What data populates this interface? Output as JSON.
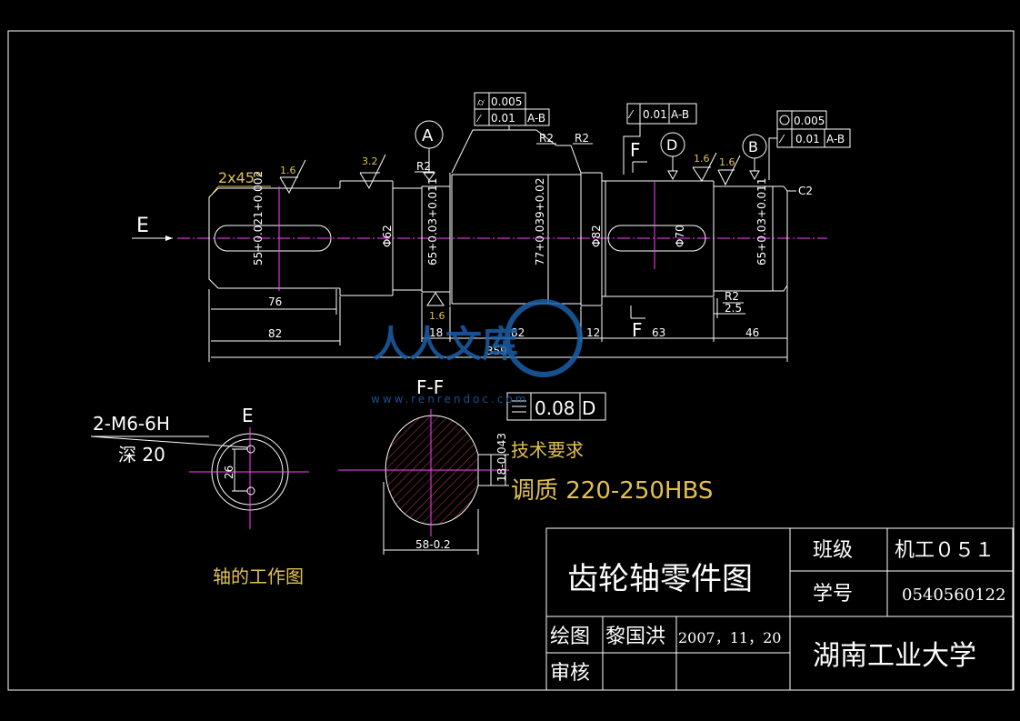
{
  "colors": {
    "background": "#000000",
    "line": "#ffffff",
    "center_line": "#ff40ff",
    "annotation": "#e0c050",
    "watermark": "#1a5fa8"
  },
  "watermark": {
    "logo_text": "人人文库",
    "url": "www.renrendoc.com"
  },
  "shaft": {
    "view_arrow": "E",
    "chamfer_left": "2x45°",
    "chamfer_right": "C2",
    "fillets": [
      "R2",
      "R2",
      "R2",
      "R2"
    ],
    "diameters": {
      "d1": "55+0.021+0.002",
      "d2": "Φ62",
      "d3": "65+0.03+0.011",
      "d4": "77+0.039+0.02",
      "d5": "Φ82",
      "d6": "Φ70",
      "d7": "65+0.03+0.011"
    },
    "lengths": {
      "keyway": "76",
      "seg1": "82",
      "seg3": "18",
      "seg4": "82",
      "seg5": "12",
      "seg6": "63",
      "seg7": "46",
      "total": "359",
      "undercut": "2.5"
    },
    "roughness": [
      "1.6",
      "3.2",
      "1.6",
      "1.6",
      "1.6"
    ],
    "datums": [
      "A",
      "D",
      "B"
    ],
    "section_marks": [
      "F",
      "F"
    ],
    "tolerance_frames": {
      "left": {
        "row1_value": "0.005",
        "row2_value": "0.01",
        "row2_ref": "A-B"
      },
      "middle": {
        "value": "0.01",
        "ref": "A-B"
      },
      "right": {
        "row1_value": "0.005",
        "row2_value": "0.01",
        "row2_ref": "A-B"
      }
    }
  },
  "end_view": {
    "label": "E",
    "thread_spec": "2-M6-6H",
    "depth_spec": "深 20",
    "spacing": "26"
  },
  "section_view": {
    "title": "F-F",
    "symmetry_tolerance": "0.08",
    "symmetry_ref": "D",
    "key_width": "18-0.043",
    "diameter": "58-0.2"
  },
  "tech_notes": {
    "heading": "技术要求",
    "line1": "调质 220-250HBS"
  },
  "caption": "轴的工作图",
  "title_block": {
    "drawing_title": "齿轮轴零件图",
    "class_label": "班级",
    "class_value": "机工０５１",
    "student_id_label": "学号",
    "student_id_value": "0540560122",
    "drawn_label": "绘图",
    "drawn_name": "黎国洪",
    "date": "2007，11，20",
    "checked_label": "审核",
    "school": "湖南工业大学"
  }
}
